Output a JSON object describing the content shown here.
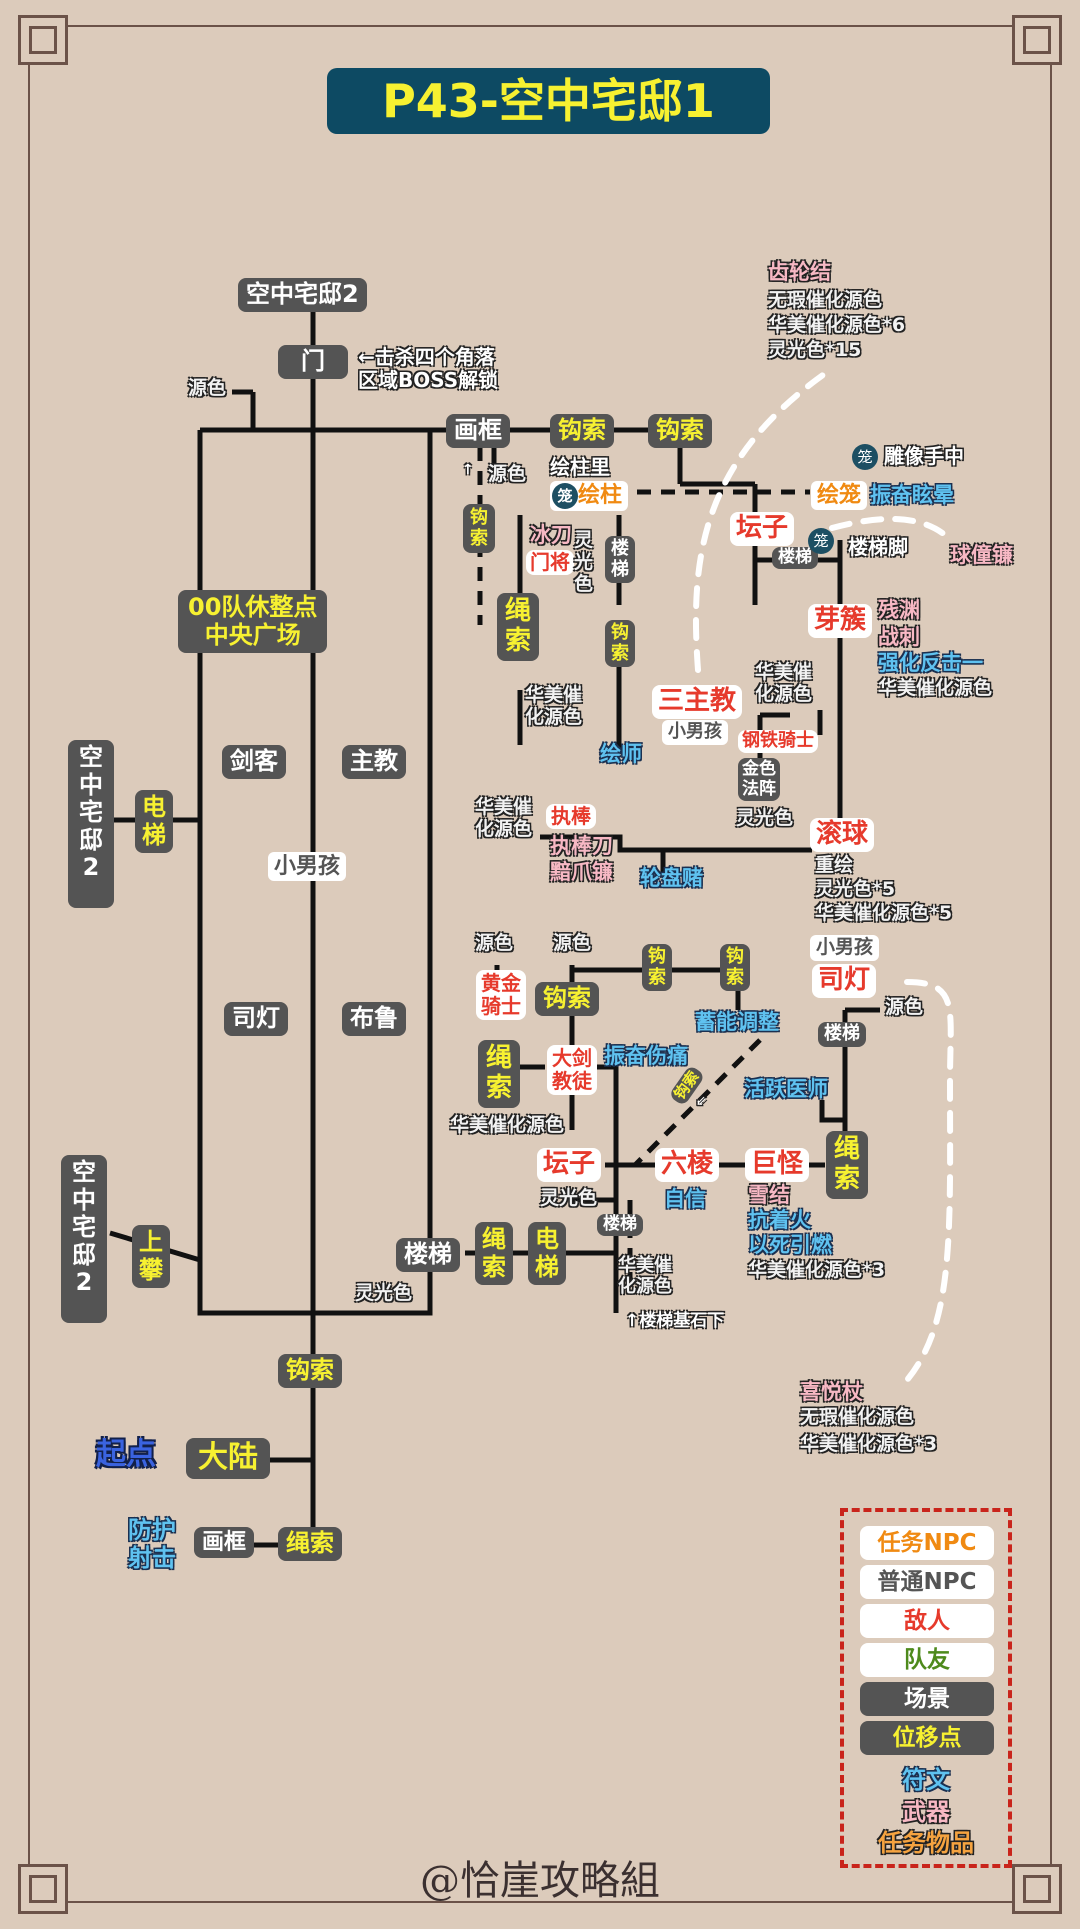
{
  "title": "P43-空中宅邸1",
  "footer": "@恰崖攻略組",
  "colors": {
    "background": "#dccbbb",
    "title_bg": "#0d4a63",
    "title_text": "#f7f131",
    "scene_bg": "#545454",
    "enemy": "#e63a2c",
    "quest_npc": "#f08a12",
    "teammate": "#4e8a1c",
    "rune": "#5fc2f0",
    "weapon": "#f7b8c4",
    "legend_border": "#c9241b",
    "start": "#3a63e0"
  },
  "nodes": {
    "top_mansion2": "空中宅邸2",
    "door": "门",
    "door_note": "←击杀四个角落\n区域BOSS解锁",
    "yuanse_top": "源色",
    "huakuang_top": "画框",
    "gousuo_a": "钩索",
    "gousuo_b": "钩索",
    "yuanse_hk": "源色",
    "gousuo_v1": "钩索",
    "shengsuo_v1": "绳索",
    "huizhu_note": "绘柱里",
    "cage_icon": "笼",
    "huizhu": "绘柱",
    "binddao": "冰刀",
    "menjiang": "门将",
    "lingguangse_v": "灵光色",
    "louti_v1": "楼梯",
    "gousuo_v2": "钩索",
    "huashi": "绘师",
    "huamei_left": "华美催\n化源色",
    "tanzi_top": "坛子",
    "louti_tz": "楼梯",
    "loutijiao": "楼梯脚",
    "diaoxiang": "雕像手中",
    "huilong": "绘笼",
    "zhenfen_xuanyun": "振奋眩晕",
    "qiuchuang": "球僮镰",
    "yacu": "芽簇",
    "yacu_items": [
      "残渊",
      "战刺"
    ],
    "yacu_rune": "强化反击一",
    "yacu_item": "华美催化源色",
    "sanzhujiao": "三主教",
    "xiaonanhai_sz": "小男孩",
    "huamei_mid": "华美催\n化源色",
    "gangtie": "钢铁骑士",
    "jinse_fazhen": "金色\n法阵",
    "lingguangse_gt": "灵光色",
    "gunqiu": "滚球",
    "gunqiu_items": [
      "重绘",
      "灵光色*5",
      "华美催化源色*5"
    ],
    "chilunjie": "齿轮结",
    "chilunjie_items": [
      "无瑕催化源色",
      "华美催化源色*6",
      "灵光色*15"
    ],
    "zhibang": "执棒",
    "zhibang_left": "华美催\n化源色",
    "zhibang_weapons": [
      "执棒刀",
      "黯爪镰"
    ],
    "lunpandu": "轮盘赌",
    "plaza": "00队休整点\n中央广场",
    "jianke": "剑客",
    "zhujiao": "主教",
    "xiaonanhai_c": "小男孩",
    "sideng_c": "司灯",
    "bulu": "布鲁",
    "mansion2_left1": "空中宅邸2",
    "dianti_left": "电梯",
    "mansion2_left2": "空中宅邸2",
    "shangpan": "上攀",
    "yuanse_b1": "源色",
    "yuanse_b2": "源色",
    "huangjin": "黄金\n骑士",
    "gousuo_c": "钩索",
    "gousuo_v3": "钩索",
    "gousuo_v4": "钩索",
    "xuneng": "蓄能调整",
    "shengsuo_b": "绳索",
    "dajian": "大剑\n教徒",
    "zhenfen_shangtong": "振奋伤痛",
    "gousuo_diag": "钩索",
    "huamei_b": "华美催化源色",
    "tanzi_b": "坛子",
    "lingguangse_b": "灵光色",
    "liuleng": "六棱",
    "zixin": "自信",
    "juguai": "巨怪",
    "juguai_weapon": "雪结",
    "juguai_runes": [
      "抗着火",
      "以死引燃"
    ],
    "juguai_item": "华美催化源色*3",
    "shengsuo_r": "绳索",
    "xiaonanhai_r": "小男孩",
    "sideng_r": "司灯",
    "yuanse_r": "源色",
    "louti_r": "楼梯",
    "huoyue": "活跃医师",
    "louti_b": "楼梯",
    "huamei_b2": "华美催\n化源色",
    "louti_jishi": "↑楼梯基石下",
    "louti_left": "楼梯",
    "shengsuo_low": "绳索",
    "dianti_low": "电梯",
    "lingguangse_low": "灵光色",
    "xiyuezhang": "喜悦杖",
    "xiyue_items": [
      "无瑕催化源色",
      "华美催化源色*3"
    ],
    "gousuo_main": "钩索",
    "qidian": "起点",
    "dalu": "大陆",
    "fanghu": "防护\n射击",
    "huakuang_b": "画框",
    "shengsuo_main": "绳索"
  },
  "legend": {
    "items": [
      {
        "label": "任务NPC",
        "kind": "quest_npc"
      },
      {
        "label": "普通NPC",
        "kind": "normal_npc"
      },
      {
        "label": "敌人",
        "kind": "enemy"
      },
      {
        "label": "队友",
        "kind": "teammate"
      },
      {
        "label": "场景",
        "kind": "scene"
      },
      {
        "label": "位移点",
        "kind": "move_point"
      },
      {
        "label": "符文",
        "kind": "rune"
      },
      {
        "label": "武器",
        "kind": "weapon"
      },
      {
        "label": "任务物品",
        "kind": "quest_item"
      }
    ]
  }
}
